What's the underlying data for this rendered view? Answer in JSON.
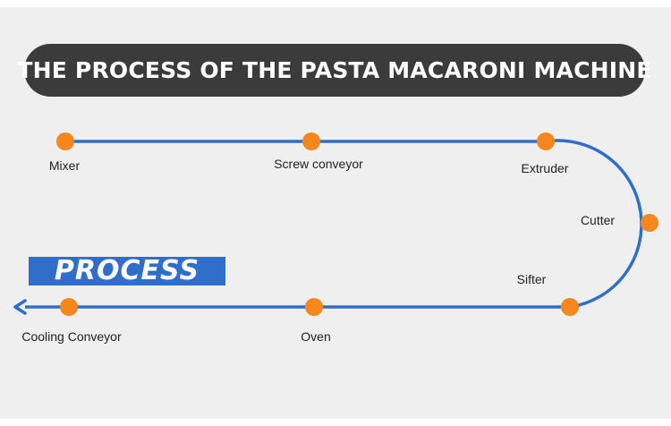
{
  "title": "THE PROCESS OF THE PASTA MACARONI MACHINE",
  "badge_text": "PROCESS",
  "colors": {
    "line": "#2f6ec9",
    "node": "#f7871c",
    "title_bg": "#3b3b3b",
    "panel_bg": "#efefef"
  },
  "steps": [
    {
      "label": "Mixer",
      "order": 1
    },
    {
      "label": "Screw conveyor",
      "order": 2
    },
    {
      "label": "Extruder",
      "order": 3
    },
    {
      "label": "Cutter",
      "order": 4
    },
    {
      "label": "Sifter",
      "order": 5
    },
    {
      "label": "Oven",
      "order": 6
    },
    {
      "label": "Cooling Conveyor",
      "order": 7
    }
  ]
}
